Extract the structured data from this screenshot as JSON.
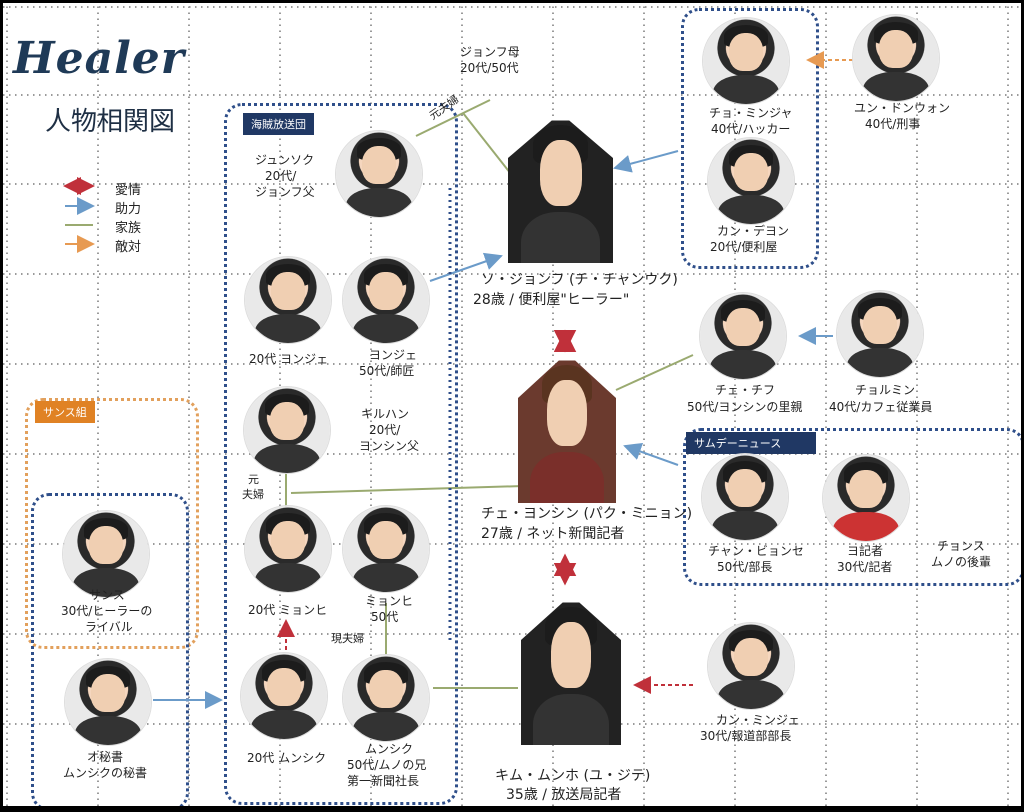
{
  "title": "Healer",
  "subtitle": "人物相関図",
  "legend": [
    {
      "label": "愛情",
      "color": "#c0303a",
      "kind": "love"
    },
    {
      "label": "助力",
      "color": "#6b9bc9",
      "kind": "help"
    },
    {
      "label": "家族",
      "color": "#9aaa70",
      "kind": "family"
    },
    {
      "label": "敵対",
      "color": "#e79a52",
      "kind": "hostile"
    }
  ],
  "groups": {
    "pirate": "海賊放送団",
    "sans": "サンス組",
    "someday": "サムデーニュース"
  },
  "notes": {
    "ex_couple_top": "元夫婦",
    "ex_couple_left_1": "元",
    "ex_couple_left_2": "夫婦",
    "current_couple": "現夫婦",
    "jeongf_mother_1": "ジョンフ母",
    "jeongf_mother_2": "20代/50代",
    "chonsu_1": "チョンス",
    "chonsu_2": "ムノの後輩"
  },
  "people": {
    "junsok": [
      "ジュンソク",
      "20代/",
      "ジョンフ父"
    ],
    "jeongf": [
      "ソ・ジョンフ (チ・チャンウク)",
      "28歳 / 便利屋\"ヒーラー\""
    ],
    "chominja": [
      "チョ・ミンジャ",
      "40代/ハッカー"
    ],
    "yundongwon": [
      "ユン・ドンウォン",
      "40代/刑事"
    ],
    "kandeyon": [
      "カン・デヨン",
      "20代/便利屋"
    ],
    "yonje20": [
      "20代 ヨンジェ"
    ],
    "yonje50": [
      "ヨンジェ",
      "50代/師匠"
    ],
    "kiruhan": [
      "キルハン",
      "20代/",
      "ヨンシン父"
    ],
    "yonshin": [
      "チェ・ヨンシン (パク・ミニョン)",
      "27歳 / ネット新聞記者"
    ],
    "chechif": [
      "チェ・チフ",
      "50代/ヨンシンの里親"
    ],
    "chorumin": [
      "チョルミン",
      "40代/カフェ従業員"
    ],
    "chanbyonse": [
      "チャン・ビョンセ",
      "50代/部長"
    ],
    "ikisha": [
      "ヨ記者",
      "30代/記者"
    ],
    "myonhi20": [
      "20代 ミョンヒ"
    ],
    "myonhi50": [
      "ミョンヒ",
      "50代"
    ],
    "sansu": [
      "サンス",
      "30代/ヒーラーの",
      "ライバル"
    ],
    "ohisho": [
      "オ秘書",
      "ムンシクの秘書"
    ],
    "munshik20": [
      "20代 ムンシク"
    ],
    "munshik50": [
      "ムンシク",
      "50代/ムノの兄",
      "第一新聞社長"
    ],
    "munho": [
      "キム・ムンホ (ユ・ジテ)",
      "35歳 / 放送局記者"
    ],
    "kanminje": [
      "カン・ミンジェ",
      "30代/報道部部長"
    ]
  }
}
